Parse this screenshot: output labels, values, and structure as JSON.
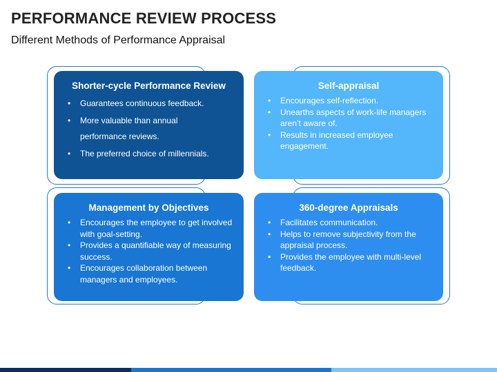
{
  "title": "PERFORMANCE REVIEW PROCESS",
  "subtitle": "Different Methods of Performance Appraisal",
  "colors": {
    "card_dark": "#0f5394",
    "card_light": "#54b6fb",
    "card_mid": "#1976d2",
    "card_bright": "#2e8ef0",
    "frame": "#2b78c2"
  },
  "cards": [
    {
      "heading": "Shorter-cycle Performance Review",
      "bullets": [
        "Guarantees continuous feedback.",
        "More valuable than annual",
        "performance reviews.",
        "The preferred choice of millennials."
      ]
    },
    {
      "heading": "Self-appraisal",
      "bullets": [
        "Encourages self-reflection.",
        "Unearths aspects of work-life managers aren’t aware of.",
        "Results in increased employee engagement."
      ]
    },
    {
      "heading": "Management by Objectives",
      "bullets": [
        "Encourages the employee to get involved with goal-setting.",
        "Provides a quantifiable way of measuring success.",
        "Encourages collaboration between managers and employees."
      ]
    },
    {
      "heading": "360-degree Appraisals",
      "bullets": [
        "Facilitates communication.",
        "Helps to remove subjectivity from the appraisal process.",
        "Provides the employee with multi-level feedback."
      ]
    }
  ]
}
